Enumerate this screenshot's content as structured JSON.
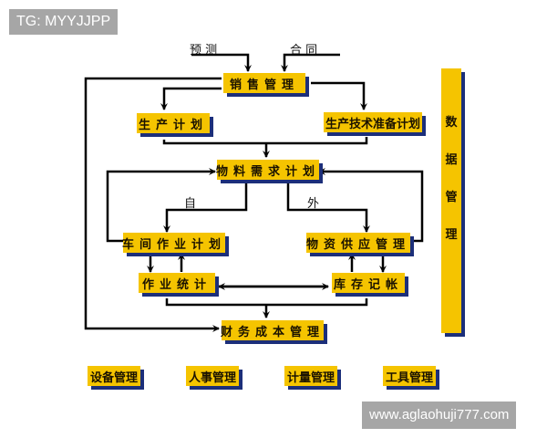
{
  "watermarks": {
    "top_left": "TG: MYYJJPP",
    "bottom_right": "www.aglaohuji777.com"
  },
  "colors": {
    "box_fill": "#f5c400",
    "box_shadow": "#1c2f7a",
    "line": "#000000"
  },
  "inputs": {
    "forecast": "预 测",
    "contract": "合 同"
  },
  "nodes": {
    "sales": "销售管理",
    "production_plan": "生产计划",
    "tech_prep_plan": "生产技术准备计划",
    "mrp": "物料需求计划",
    "workshop_plan": "车间作业计划",
    "supply_mgmt": "物资供应管理",
    "work_stats": "作业统计",
    "inventory": "库存记帐",
    "finance_cost": "财务成本管理",
    "data_mgmt": [
      "数",
      "据",
      "管",
      "理"
    ]
  },
  "branch_labels": {
    "self": "自",
    "external": "外"
  },
  "bottom_modules": [
    "设备管理",
    "人事管理",
    "计量管理",
    "工具管理"
  ]
}
